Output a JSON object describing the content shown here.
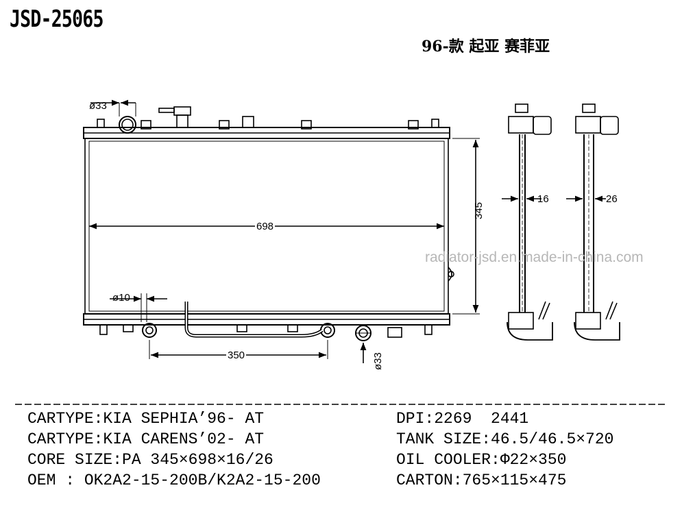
{
  "header": {
    "code": "JSD-25065",
    "subtitle": "96-款 起亚 赛菲亚"
  },
  "watermark": "radiator-jsd.en.made-in-china.com",
  "dimensions": {
    "top_inlet": "ø33",
    "width": "698",
    "height": "345",
    "core_thin": "16",
    "core_thick": "26",
    "oil_pipe": "ø10",
    "oil_cooler_len": "350",
    "bottom_outlet": "ø33"
  },
  "specs_left": [
    "CARTYPE:KIA SEPHIA’96- AT",
    "CARTYPE:KIA CARENS’02- AT",
    "CORE SIZE:PA 345×698×16/26",
    "OEM : OK2A2-15-200B/K2A2-15-200"
  ],
  "specs_right": [
    "DPI:2269  2441",
    "TANK SIZE:46.5/46.5×720",
    "OIL COOLER:Φ22×350",
    "CARTON:765×115×475"
  ]
}
